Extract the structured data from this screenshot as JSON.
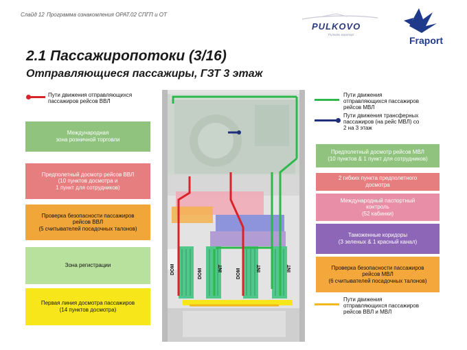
{
  "header": {
    "slide_number": "Слайд 12",
    "program": "Программа ознакомления ОРАТ.02 СПГП и ОТ"
  },
  "logos": {
    "pulkovo": "PULKOVO",
    "pulkovo_sub": "Пулково аэропорт",
    "fraport": "Fraport"
  },
  "title": "2.1 Пассажиропотоки (3/16)",
  "subtitle": "Отправляющиеся пассажиры, ГЗТ 3 этаж",
  "left": {
    "legend_domestic": "Пути движения отправляющихся\nпассажиров рейсов ВВЛ",
    "intl_retail": "Международная\nзона розничной торговли",
    "presecurity_domestic": "Предполетный досмотр рейсов ВВЛ\n(10 пунктов досмотра и\n1 пункт для сотрудников)",
    "boarding_check_domestic": "Проверка безопасности пассажиров\nрейсов ВВЛ\n(5 считывателей посадочных талонов)",
    "check_in": "Зона регистрации",
    "first_screening": "Первая линия досмотра пассажиров\n(14 пунктов досмотра)"
  },
  "right": {
    "legend_intl": "Пути движения\nотправляющихся пассажиров\nрейсов МВЛ",
    "legend_transfer": "Пути движения трансферных\nпассажиров (на рейс МВЛ) со\n2 на 3 этаж",
    "presecurity_intl": "Предполетный досмотр рейсов МВЛ\n(10 пунктов & 1 пункт для сотрудников)",
    "flexible_points": "2 гибких пункта предполетного\nдосмотра",
    "passport_control": "Международный паспортный\nконтроль\n(52 кабинки)",
    "customs": "Таможенные коридоры\n(3 зеленых & 1 красный канал)",
    "boarding_check_intl": "Проверка безопасности пассажиров\nрейсов МВЛ\n(6 считывателей посадочных талонов)",
    "legend_both": "Пути движения\nотправляющихся пассажиров\nрейсов ВВЛ и МВЛ"
  },
  "plan_labels": {
    "dom1": "DOM",
    "dom2": "DOM",
    "int1": "INT",
    "dom3": "DOM",
    "int2": "INT",
    "int3": "INT"
  },
  "colors": {
    "domestic_path": "#d8232a",
    "intl_path": "#2db84b",
    "transfer_path": "#1f2f7a",
    "both_path": "#f2b81b"
  }
}
